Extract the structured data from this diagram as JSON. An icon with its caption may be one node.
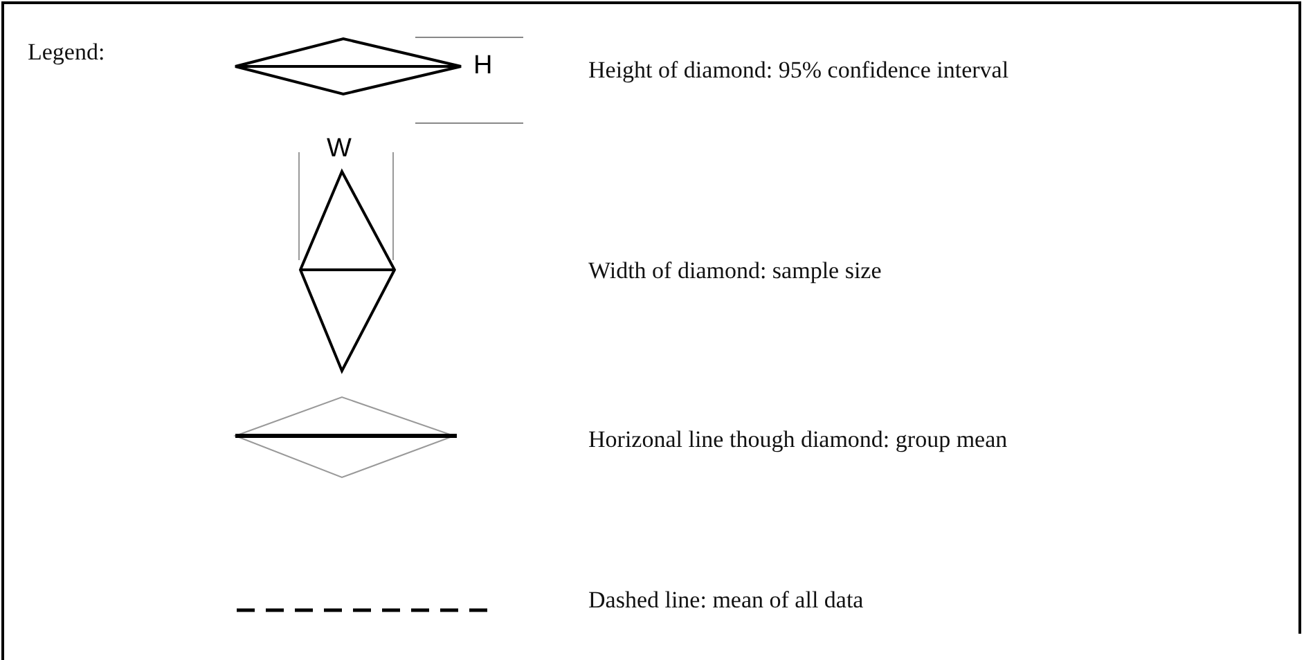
{
  "diagram": {
    "labels": [
      "Legend:",
      "H",
      "W"
    ],
    "legend": [
      {
        "text": "Height of diamond: 95% confidence interval"
      },
      {
        "text": "Width of diamond: sample size"
      },
      {
        "text": "Horizonal line though diamond: group mean"
      },
      {
        "text": "Dashed line: mean of all data"
      }
    ]
  }
}
